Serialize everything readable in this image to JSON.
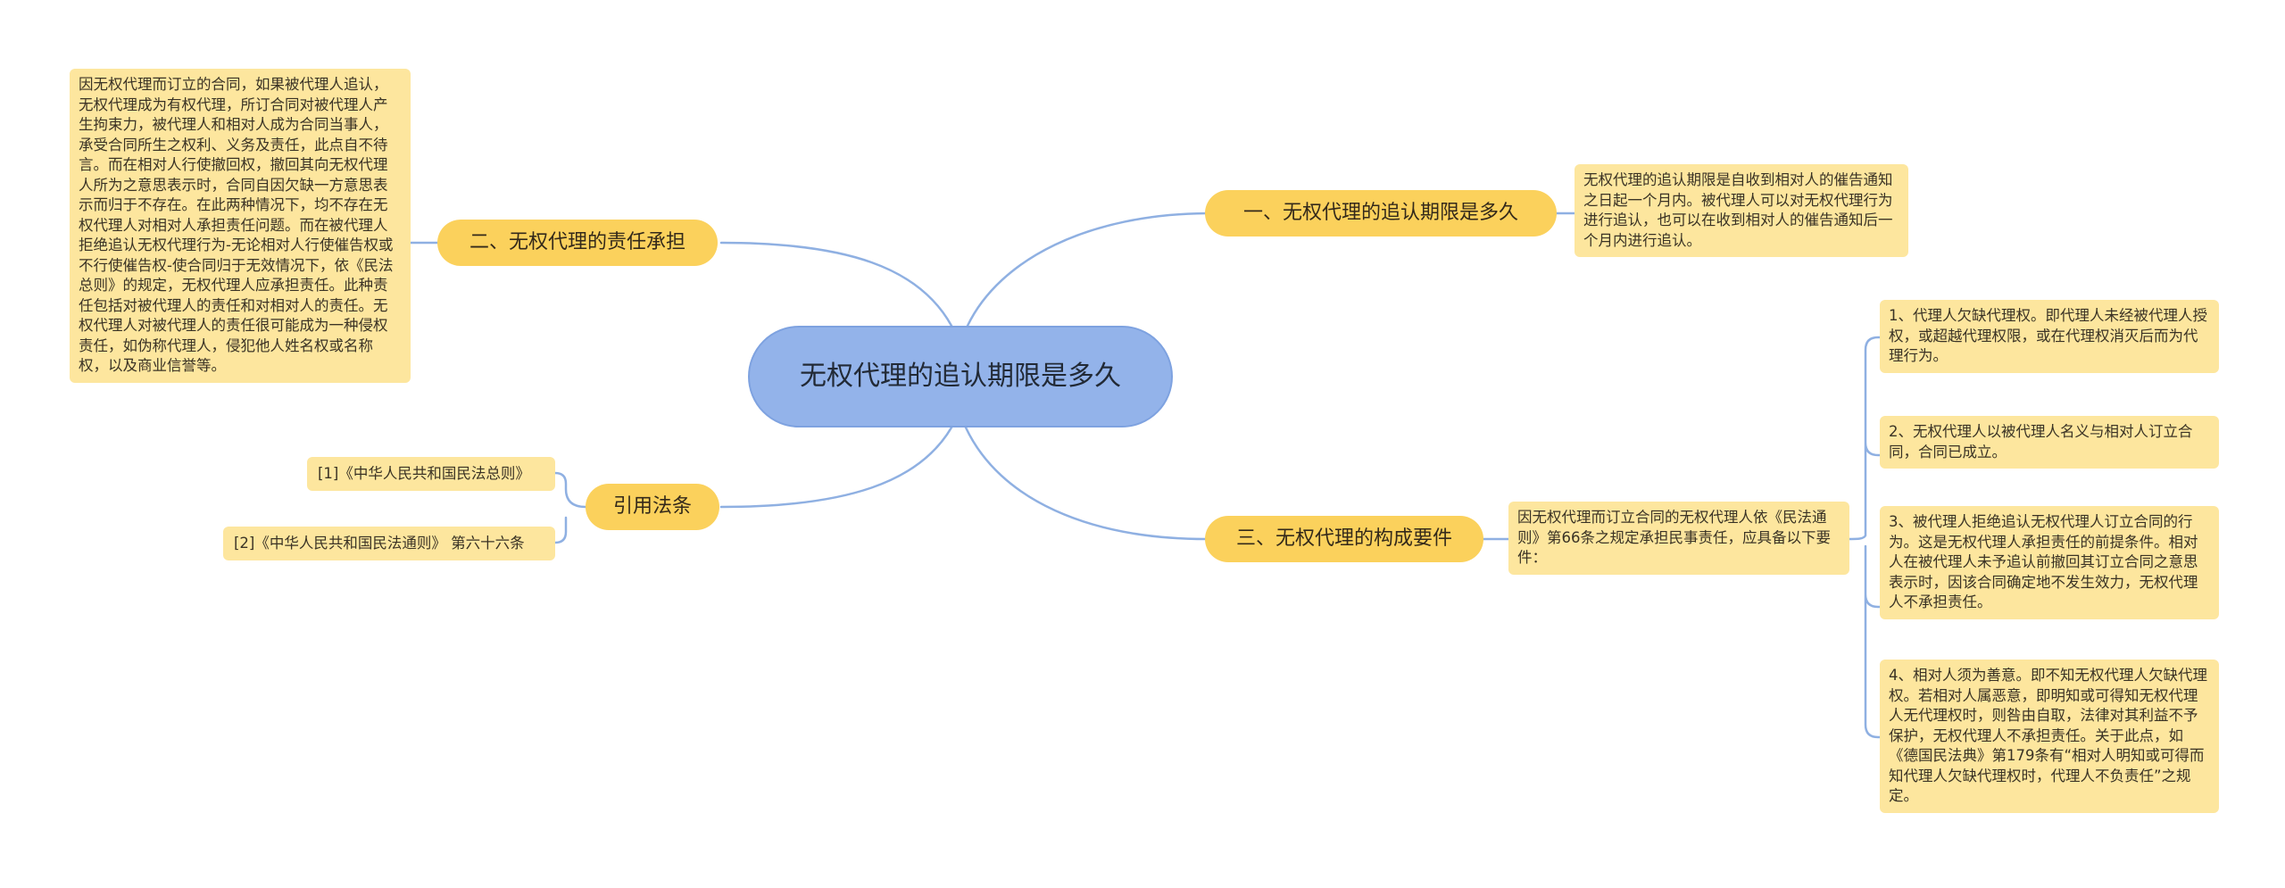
{
  "root": {
    "text": "无权代理的追认期限是多久"
  },
  "branches": {
    "b1": "一、无权代理的追认期限是多久",
    "b2": "二、无权代理的责任承担",
    "b3": "三、无权代理的构成要件",
    "b4": "引用法条"
  },
  "leaves": {
    "b1_text": "无权代理的追认期限是自收到相对人的催告通知之日起一个月内。被代理人可以对无权代理行为进行追认，也可以在收到相对人的催告通知后一个月内进行追认。",
    "b2_text": "因无权代理而订立的合同，如果被代理人追认，无权代理成为有权代理，所订合同对被代理人产生拘束力，被代理人和相对人成为合同当事人，承受合同所生之权利、义务及责任，此点自不待言。而在相对人行使撤回权，撤回其向无权代理人所为之意思表示时，合同自因欠缺一方意思表示而归于不存在。在此两种情况下，均不存在无权代理人对相对人承担责任问题。而在被代理人拒绝追认无权代理行为-无论相对人行使催告权或不行使催告权-使合同归于无效情况下，依《民法总则》的规定，无权代理人应承担责任。此种责任包括对被代理人的责任和对相对人的责任。无权代理人对被代理人的责任很可能成为一种侵权责任，如伪称代理人，侵犯他人姓名权或名称权，以及商业信誉等。",
    "b3_intro": "因无权代理而订立合同的无权代理人依《民法通则》第66条之规定承担民事责任，应具备以下要件：",
    "b3_items": [
      "1、代理人欠缺代理权。即代理人未经被代理人授权，或超越代理权限，或在代理权消灭后而为代理行为。",
      "2、无权代理人以被代理人名义与相对人订立合同，合同已成立。",
      "3、被代理人拒绝追认无权代理人订立合同的行为。这是无权代理人承担责任的前提条件。相对人在被代理人未予追认前撤回其订立合同之意思表示时，因该合同确定地不发生效力，无权代理人不承担责任。",
      "4、相对人须为善意。即不知无权代理人欠缺代理权。若相对人属恶意，即明知或可得知无权代理人无代理权时，则咎由自取，法律对其利益不予保护，无权代理人不承担责任。关于此点，如《德国民法典》第179条有“相对人明知或可得而知代理人欠缺代理权时，代理人不负责任”之规定。"
    ],
    "b4_refs": [
      "[1]《中华人民共和国民法总则》",
      "[2]《中华人民共和国民法通则》 第六十六条"
    ]
  },
  "colors": {
    "root_fill": "#93b3ea",
    "branch_fill": "#fbd15c",
    "leaf_fill": "#fde69e",
    "connector": "#8fb0e2"
  }
}
